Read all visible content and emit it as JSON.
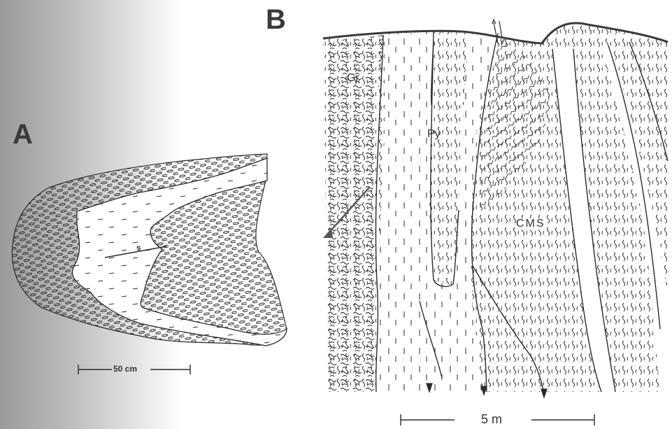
{
  "panels": {
    "a": {
      "letter": "A",
      "scale_label": "50 cm",
      "foliation_label": "s"
    },
    "b": {
      "letter": "B",
      "scale_label": "5 m",
      "rock_labels": {
        "granite": "Gr",
        "pyroxenite": "Py",
        "schist": "CMS"
      }
    }
  },
  "colors": {
    "line": "#2a2a2a",
    "shade_dark": "#9a9a9a",
    "label": "#333333"
  }
}
